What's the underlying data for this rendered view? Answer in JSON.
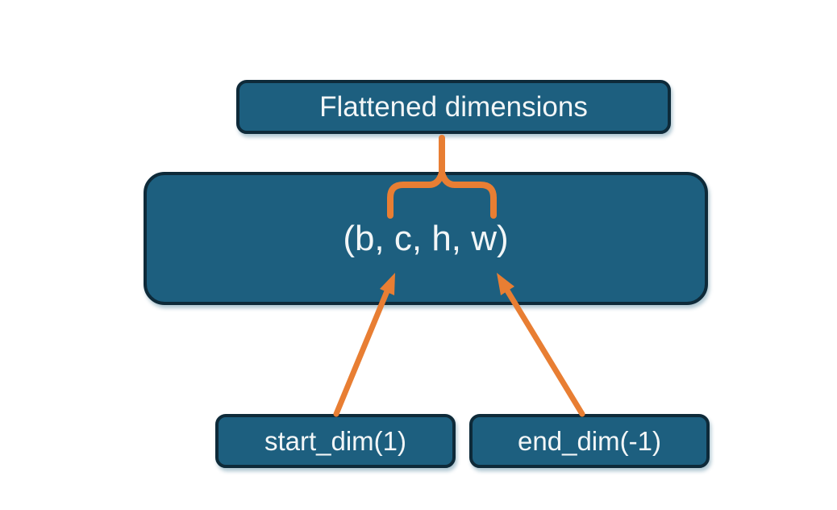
{
  "diagram": {
    "nodes": {
      "title_box": {
        "label": "Flattened dimensions"
      },
      "main_box": {
        "label": "(b, c, h, w)"
      },
      "start_box": {
        "label": "start_dim(1)"
      },
      "end_box": {
        "label": "end_dim(-1)"
      }
    },
    "colors": {
      "box_fill": "#1d5f7f",
      "box_border": "#0e2a39",
      "accent_orange": "#e87e33",
      "text_color": "#f2f6f7",
      "background": "#ffffff"
    }
  }
}
